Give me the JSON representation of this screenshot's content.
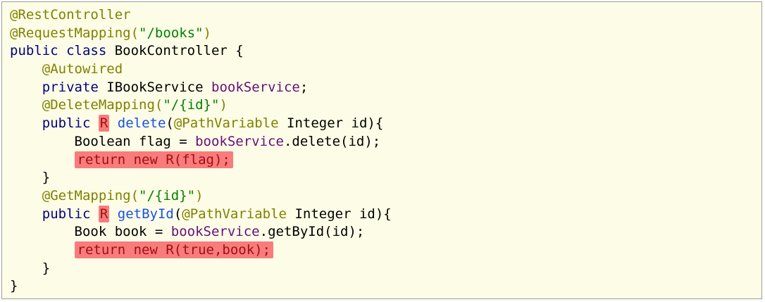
{
  "code": {
    "lines": [
      {
        "indent": "",
        "tokens": [
          {
            "t": "@RestController",
            "k": "annotation"
          }
        ]
      },
      {
        "indent": "",
        "tokens": [
          {
            "t": "@RequestMapping(",
            "k": "annotation"
          },
          {
            "t": "\"/books\"",
            "k": "string"
          },
          {
            "t": ")",
            "k": "annotation"
          }
        ]
      },
      {
        "indent": "",
        "tokens": [
          {
            "t": "public class ",
            "k": "keyword"
          },
          {
            "t": "BookController {",
            "k": "plain"
          }
        ]
      },
      {
        "indent": "    ",
        "tokens": [
          {
            "t": "@Autowired",
            "k": "annotation"
          }
        ]
      },
      {
        "indent": "    ",
        "tokens": [
          {
            "t": "private ",
            "k": "keyword"
          },
          {
            "t": "IBookService ",
            "k": "plain"
          },
          {
            "t": "bookService",
            "k": "field"
          },
          {
            "t": ";",
            "k": "plain"
          }
        ]
      },
      {
        "indent": "    ",
        "tokens": [
          {
            "t": "@DeleteMapping(",
            "k": "annotation"
          },
          {
            "t": "\"/{id}\"",
            "k": "string"
          },
          {
            "t": ")",
            "k": "annotation"
          }
        ]
      },
      {
        "indent": "    ",
        "tokens": [
          {
            "t": "public ",
            "k": "keyword"
          },
          {
            "t": "R",
            "k": "hl-type"
          },
          {
            "t": " ",
            "k": "plain"
          },
          {
            "t": "delete",
            "k": "method"
          },
          {
            "t": "(",
            "k": "plain"
          },
          {
            "t": "@PathVariable ",
            "k": "annotation"
          },
          {
            "t": "Integer id){",
            "k": "plain"
          }
        ]
      },
      {
        "indent": "        ",
        "tokens": [
          {
            "t": "Boolean flag = ",
            "k": "plain"
          },
          {
            "t": "bookService",
            "k": "field"
          },
          {
            "t": ".delete(id);",
            "k": "plain"
          }
        ]
      },
      {
        "indent": "        ",
        "tokens": [
          {
            "t": "return new R(flag);",
            "k": "hl"
          }
        ]
      },
      {
        "indent": "    ",
        "tokens": [
          {
            "t": "}",
            "k": "plain"
          }
        ]
      },
      {
        "indent": "    ",
        "tokens": [
          {
            "t": "@GetMapping(",
            "k": "annotation"
          },
          {
            "t": "\"/{id}\"",
            "k": "string"
          },
          {
            "t": ")",
            "k": "annotation"
          }
        ]
      },
      {
        "indent": "    ",
        "tokens": [
          {
            "t": "public ",
            "k": "keyword"
          },
          {
            "t": "R",
            "k": "hl-type"
          },
          {
            "t": " ",
            "k": "plain"
          },
          {
            "t": "getById",
            "k": "method"
          },
          {
            "t": "(",
            "k": "plain"
          },
          {
            "t": "@PathVariable ",
            "k": "annotation"
          },
          {
            "t": "Integer id){",
            "k": "plain"
          }
        ]
      },
      {
        "indent": "        ",
        "tokens": [
          {
            "t": "Book book = ",
            "k": "plain"
          },
          {
            "t": "bookService",
            "k": "field"
          },
          {
            "t": ".getById(id);",
            "k": "plain"
          }
        ]
      },
      {
        "indent": "        ",
        "tokens": [
          {
            "t": "return new R(true,book);",
            "k": "hl"
          }
        ]
      },
      {
        "indent": "    ",
        "tokens": [
          {
            "t": "}",
            "k": "plain"
          }
        ]
      },
      {
        "indent": "",
        "tokens": [
          {
            "t": "}",
            "k": "plain"
          }
        ]
      }
    ]
  },
  "colors": {
    "background": "#fdfde7",
    "annotation": "#808000",
    "keyword": "#000080",
    "string": "#008000",
    "field": "#660e7a",
    "method": "#1750eb",
    "highlight": "#f87c7c"
  }
}
